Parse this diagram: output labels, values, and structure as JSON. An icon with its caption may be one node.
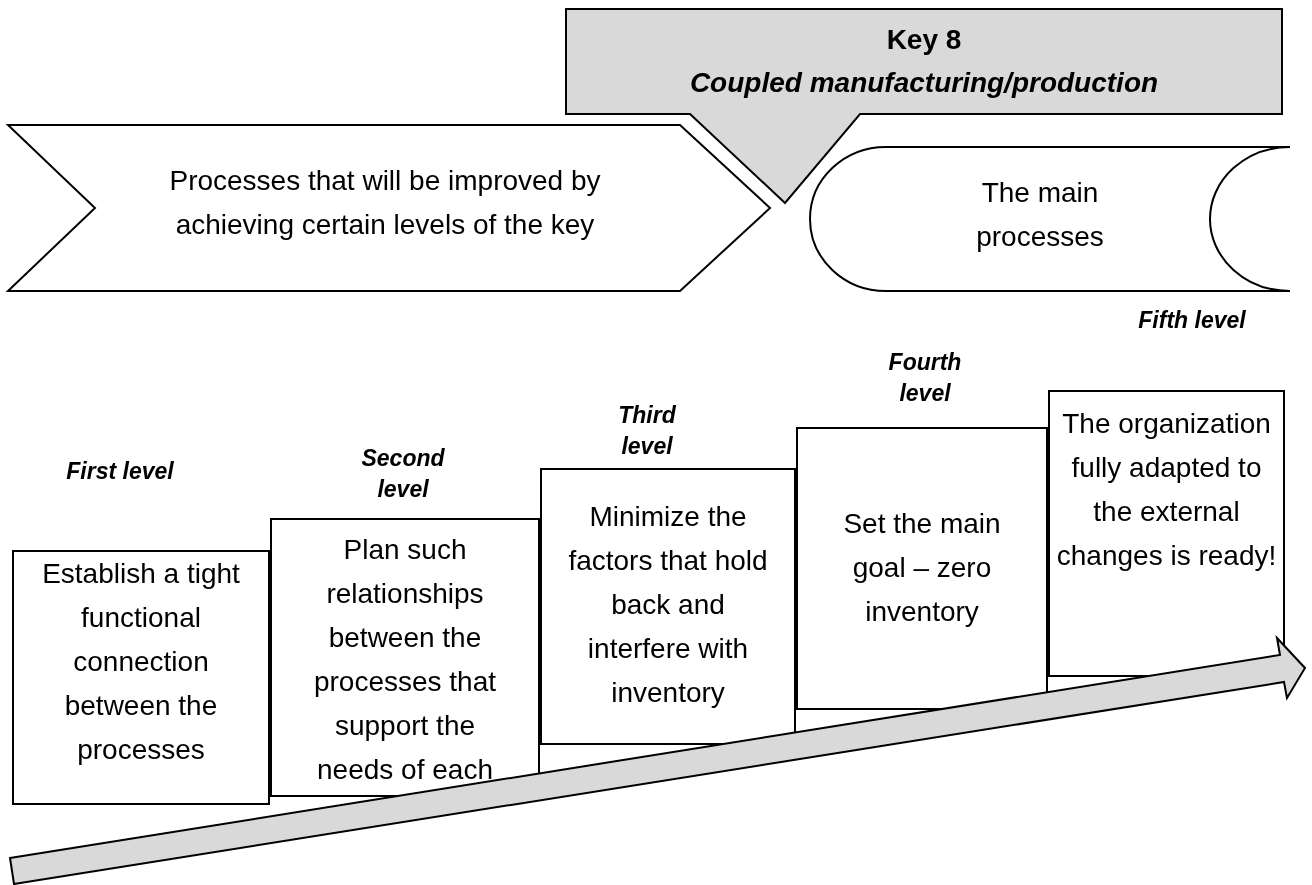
{
  "diagram": {
    "nodes": [
      {
        "text": [
          "Key 8",
          "Coupled manufacturing/production"
        ]
      },
      {
        "text": [
          "Processes that will be improved by achieving certain levels of the key"
        ]
      },
      {
        "text": [
          "The main processes"
        ]
      },
      {
        "text": [
          "First level",
          "Establish a tight functional connection between the processes"
        ]
      },
      {
        "text": [
          "Second level",
          "Plan such relationships between the processes that support the needs of each"
        ]
      },
      {
        "text": [
          "Third level",
          "Minimize the factors that hold back and interfere with inventory"
        ]
      },
      {
        "text": [
          "Fourth level",
          "Set the main goal – zero inventory"
        ]
      },
      {
        "text": [
          "Fifth level",
          "The organization fully adapted to the external changes is ready!"
        ]
      }
    ]
  }
}
